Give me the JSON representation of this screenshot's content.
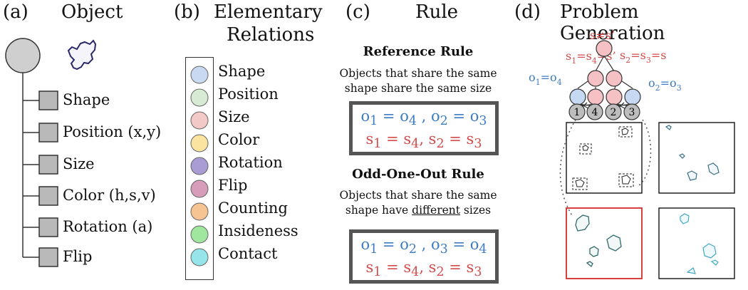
{
  "panel_a": {
    "label": "(a)",
    "title": "Object",
    "attributes": [
      "Shape",
      "Position (x,y)",
      "Size",
      "Color (h,s,v)",
      "Rotation (a)",
      "Flip"
    ]
  },
  "panel_b": {
    "label": "(b)",
    "title_line1": "Elementary",
    "title_line2": "Relations",
    "relations": [
      {
        "name": "Shape",
        "color": "#c9d9f1"
      },
      {
        "name": "Position",
        "color": "#d6ead4"
      },
      {
        "name": "Size",
        "color": "#f5c8c8"
      },
      {
        "name": "Color",
        "color": "#fbe3a0"
      },
      {
        "name": "Rotation",
        "color": "#a99bd4"
      },
      {
        "name": "Flip",
        "color": "#d79cb8"
      },
      {
        "name": "Counting",
        "color": "#f6c493"
      },
      {
        "name": "Insideness",
        "color": "#9fe79f"
      },
      {
        "name": "Contact",
        "color": "#95e5ea"
      }
    ]
  },
  "panel_c": {
    "label": "(c)",
    "title": "Rule",
    "reference_title": "Reference Rule",
    "reference_desc_line1": "Objects that share the same",
    "reference_desc_line2": "shape share the same size",
    "reference_eq_line1": "o1 = o4 , o2 = o3",
    "reference_eq_line2": "s1 = s4, s2 = s3",
    "odd_title": "Odd-One-Out Rule",
    "odd_desc_line1": "Objects that share the same",
    "odd_desc_line2_pre": "shape have ",
    "odd_desc_line2_underlined": "different",
    "odd_desc_line2_post": " sizes",
    "odd_eq_line1": "o1 = o2 , o3 = o4",
    "odd_eq_line2": "s1 = s4, s2 = s3"
  },
  "panel_d": {
    "label": "(d)",
    "title": "Problem Generation",
    "top_label": "s≠s’",
    "left_red_label": "s1=s4=s’",
    "right_red_label": "s2=s3=s",
    "left_blue_label": "o1=o4",
    "right_blue_label": "o2=o3",
    "leaf_nodes": [
      "1",
      "4",
      "2",
      "3"
    ],
    "colors": {
      "red_node": "#f6c1c4",
      "blue_node": "#c6d9f2",
      "gray_node": "#bdbdbd",
      "red_text": "#d44b4b",
      "blue_text": "#3d7cc4",
      "odd_frame": "#d42b2b"
    }
  }
}
